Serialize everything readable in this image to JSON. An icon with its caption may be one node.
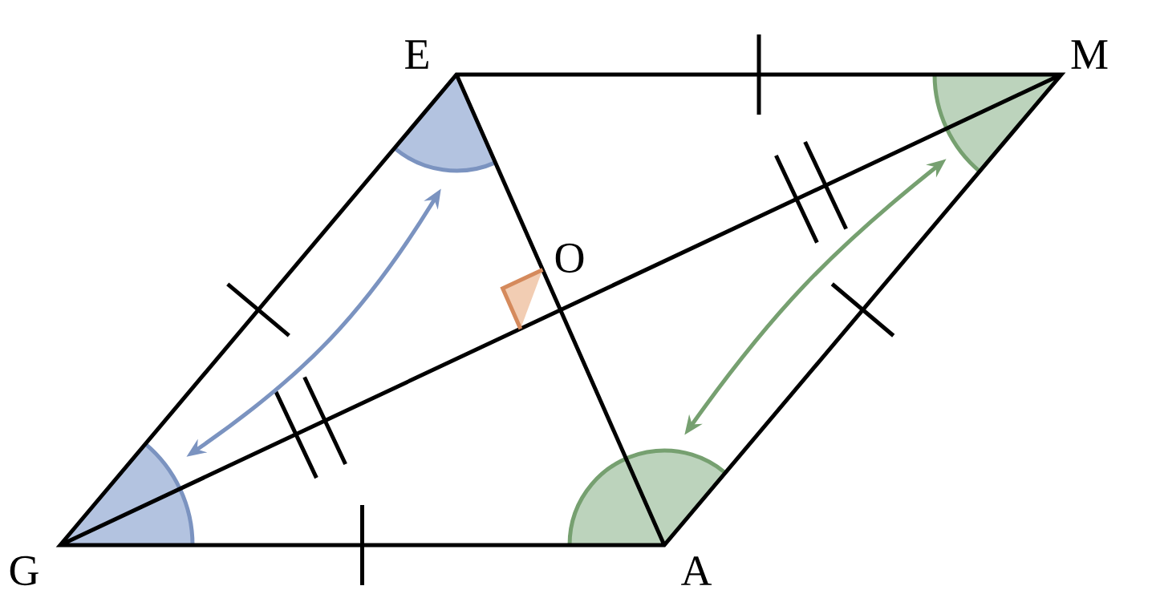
{
  "diagram": {
    "nodes": [
      {
        "text": [],
        "shape": "sector"
      },
      {
        "text": [],
        "shape": "sector"
      },
      {
        "text": [],
        "shape": "sector"
      },
      {
        "text": [],
        "shape": "sector"
      }
    ],
    "edges": [
      {
        "from": 0,
        "to": 1,
        "arrow": "both",
        "color": "#7b93c0"
      },
      {
        "from": 2,
        "to": 3,
        "arrow": "both",
        "color": "#76a070"
      }
    ],
    "labels": [
      "E",
      "M",
      "O",
      "G",
      "A"
    ]
  }
}
